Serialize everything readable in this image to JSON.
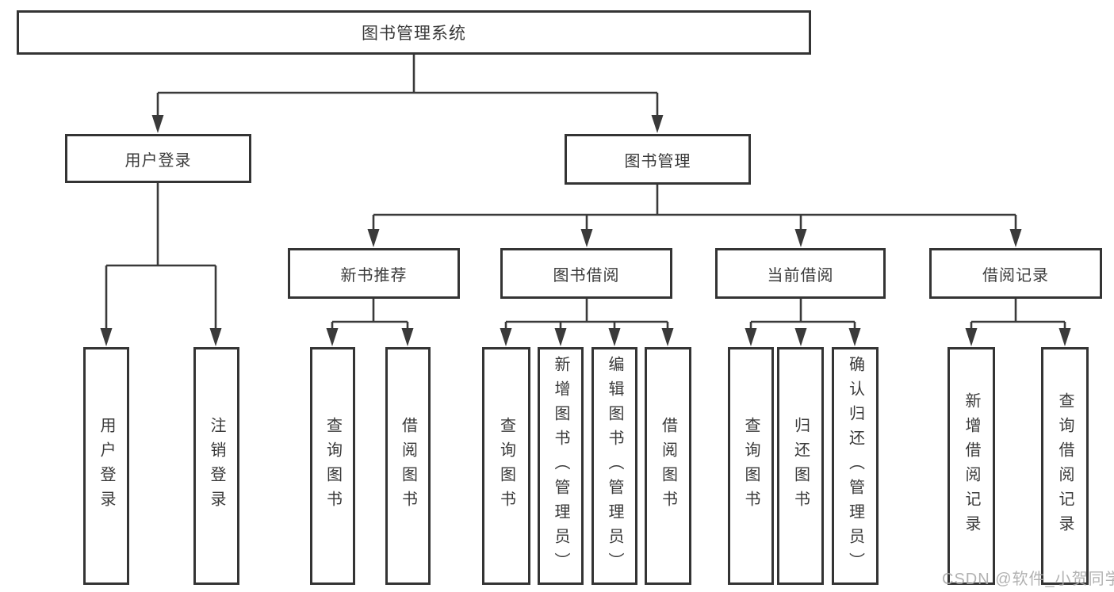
{
  "diagram": {
    "type": "tree",
    "root": {
      "label": "图书管理系统"
    },
    "level2": [
      {
        "label": "用户登录",
        "parent": "图书管理系统"
      },
      {
        "label": "图书管理",
        "parent": "图书管理系统"
      }
    ],
    "level3": [
      {
        "label": "新书推荐",
        "parent": "图书管理"
      },
      {
        "label": "图书借阅",
        "parent": "图书管理"
      },
      {
        "label": "当前借阅",
        "parent": "图书管理"
      },
      {
        "label": "借阅记录",
        "parent": "图书管理"
      }
    ],
    "leaves": [
      {
        "label": "用户登录",
        "parent": "用户登录"
      },
      {
        "label": "注销登录",
        "parent": "用户登录"
      },
      {
        "label": "查询图书",
        "parent": "新书推荐"
      },
      {
        "label": "借阅图书",
        "parent": "新书推荐"
      },
      {
        "label": "查询图书",
        "parent": "图书借阅"
      },
      {
        "label": "新增图书（管理员）",
        "parent": "图书借阅"
      },
      {
        "label": "编辑图书（管理员）",
        "parent": "图书借阅"
      },
      {
        "label": "借阅图书",
        "parent": "图书借阅"
      },
      {
        "label": "查询图书",
        "parent": "当前借阅"
      },
      {
        "label": "归还图书",
        "parent": "当前借阅"
      },
      {
        "label": "确认归还（管理员）",
        "parent": "当前借阅"
      },
      {
        "label": "新增借阅记录",
        "parent": "借阅记录"
      },
      {
        "label": "查询借阅记录",
        "parent": "借阅记录"
      }
    ],
    "colors": {
      "line": "#3a3a3a",
      "box_border": "#343434",
      "box_fill": "#ffffff",
      "text": "#3a3a3a",
      "watermark": "#aaaaaa",
      "background": "#ffffff"
    }
  },
  "watermark": "CSDN @软件_小贺同学"
}
